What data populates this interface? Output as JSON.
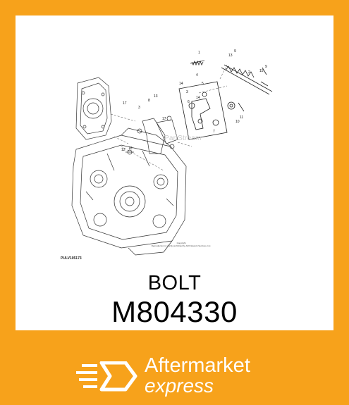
{
  "part": {
    "name": "BOLT",
    "number": "M804330"
  },
  "diagram": {
    "figure_id": "PULV105173",
    "watermark": "PartStream",
    "copyright_line1": "Copyright",
    "copyright_line2": "Reproduction is strictly prohibited by ARI Network Services, Inc.",
    "callouts": [
      "1",
      "13",
      "9",
      "4",
      "2",
      "15",
      "9",
      "14",
      "3",
      "5",
      "6",
      "14",
      "17",
      "8",
      "13",
      "3",
      "17",
      "11",
      "10",
      "7",
      "12",
      "16"
    ]
  },
  "brand": {
    "line1": "Aftermarket",
    "line2": "express"
  },
  "colors": {
    "accent": "#f7a21b",
    "background": "#ffffff",
    "text": "#000000"
  }
}
